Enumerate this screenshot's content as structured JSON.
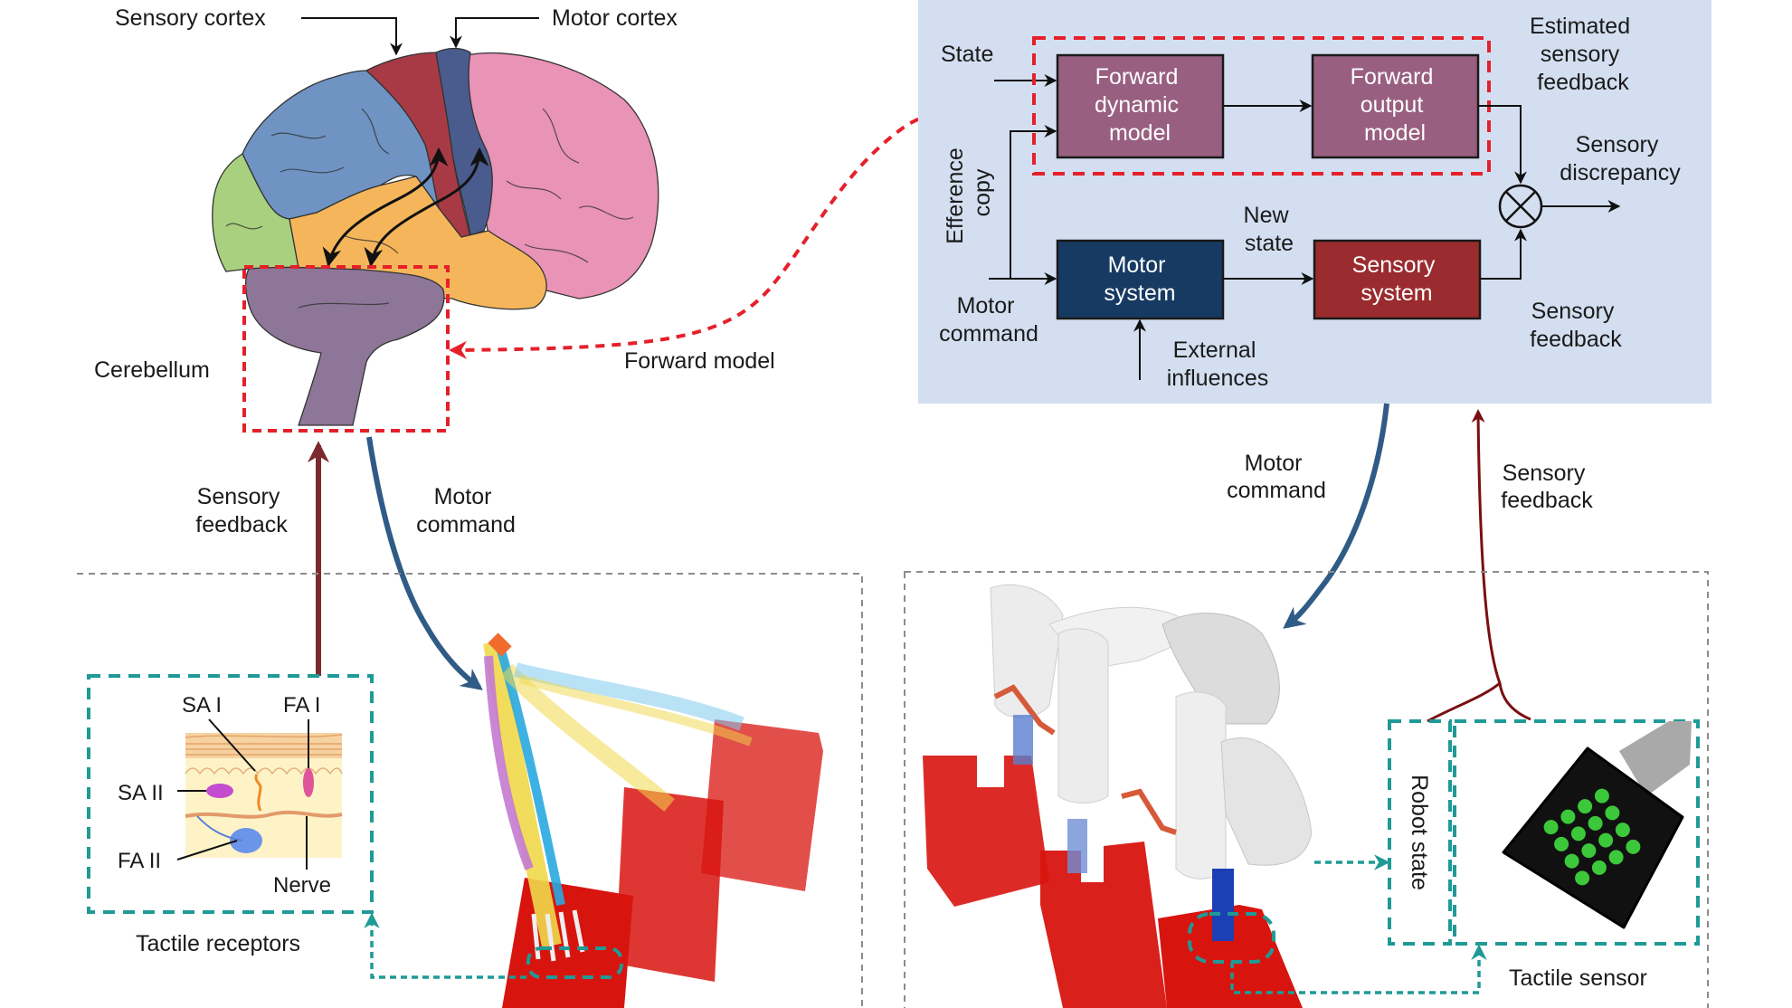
{
  "colors": {
    "panel_bg": "#d3dff0",
    "forward_box": "#985f80",
    "motor_box": "#173a62",
    "sensory_box": "#9a2b2e",
    "forward_model_dash": "#e5202a",
    "tactile_dash": "#1f9a96",
    "sensory_arrow": "#7c2a2e",
    "motor_arrow": "#2f5b86",
    "robot_feedback_arrow": "#7a0f12",
    "brain_parietal": "#6f93c2",
    "brain_somatosensory": "#a83a45",
    "brain_motor": "#4a5b8d",
    "brain_frontal": "#e993b6",
    "brain_occipital": "#a9d07e",
    "brain_temporal": "#f5b65b",
    "brain_cerebellum": "#8d7698",
    "tactile_pad_dots": "#3cc83a",
    "object_red": "#d8140f"
  },
  "brain": {
    "sensory_cortex": "Sensory cortex",
    "motor_cortex": "Motor cortex",
    "cerebellum": "Cerebellum",
    "forward_model": "Forward model"
  },
  "human_loop": {
    "sensory_feedback": [
      "Sensory",
      "feedback"
    ],
    "motor_command": [
      "Motor",
      "command"
    ]
  },
  "tactile_receptors": {
    "title": "Tactile receptors",
    "labels": {
      "sa1": "SA I",
      "fa1": "FA I",
      "sa2": "SA II",
      "fa2": "FA II",
      "nerve": "Nerve"
    }
  },
  "block_diagram": {
    "state": "State",
    "efference_copy": [
      "Efference",
      "copy"
    ],
    "motor_command": [
      "Motor",
      "command"
    ],
    "forward_dynamic_model": [
      "Forward",
      "dynamic",
      "model"
    ],
    "forward_output_model": [
      "Forward",
      "output",
      "model"
    ],
    "estimated_sensory_feedback": [
      "Estimated",
      "sensory",
      "feedback"
    ],
    "sensory_discrepancy": [
      "Sensory",
      "discrepancy"
    ],
    "new_state": [
      "New",
      "state"
    ],
    "motor_system": [
      "Motor",
      "system"
    ],
    "sensory_system": [
      "Sensory",
      "system"
    ],
    "external_influences": [
      "External",
      "influences"
    ],
    "sensory_feedback": [
      "Sensory",
      "feedback"
    ],
    "comparator_symbol": "⊗"
  },
  "robot_loop": {
    "motor_command": [
      "Motor",
      "command"
    ],
    "sensory_feedback": [
      "Sensory",
      "feedback"
    ],
    "robot_state": "Robot state",
    "tactile_sensor": "Tactile sensor",
    "tactile_pad_rows": [
      1,
      2,
      3,
      4,
      3,
      2,
      1
    ]
  }
}
